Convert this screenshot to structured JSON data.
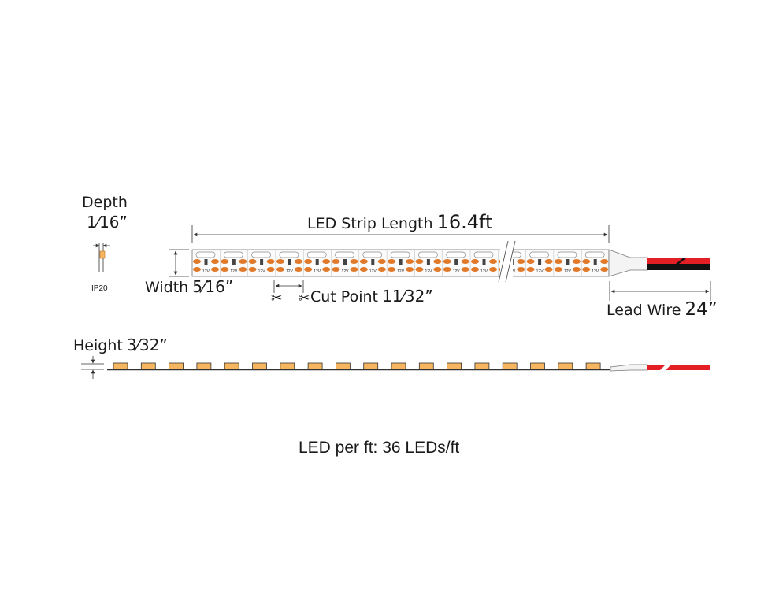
{
  "labels": {
    "depth_title": "Depth",
    "depth_value": "1⁄16”",
    "ip_rating": "IP20",
    "strip_length_label": "LED Strip Length",
    "strip_length_value": "16.4ft",
    "width_label": "Width",
    "width_value": "5⁄16”",
    "cut_point_label": "Cut Point",
    "cut_point_value": "11⁄32”",
    "lead_wire_label": "Lead Wire",
    "lead_wire_value": "24”",
    "height_label": "Height",
    "height_value": "3⁄32”",
    "led_per_ft": "LED per ft: 36 LEDs/ft",
    "segment_voltage": "12V"
  },
  "colors": {
    "pcb": "#fbfbfb",
    "led_pad": "#e07a2a",
    "led_chip": "#f6b65f",
    "wire_red": "#e31e24",
    "wire_black": "#111111",
    "dimension_line": "#333333"
  },
  "icons": [
    "scissors-icon"
  ]
}
